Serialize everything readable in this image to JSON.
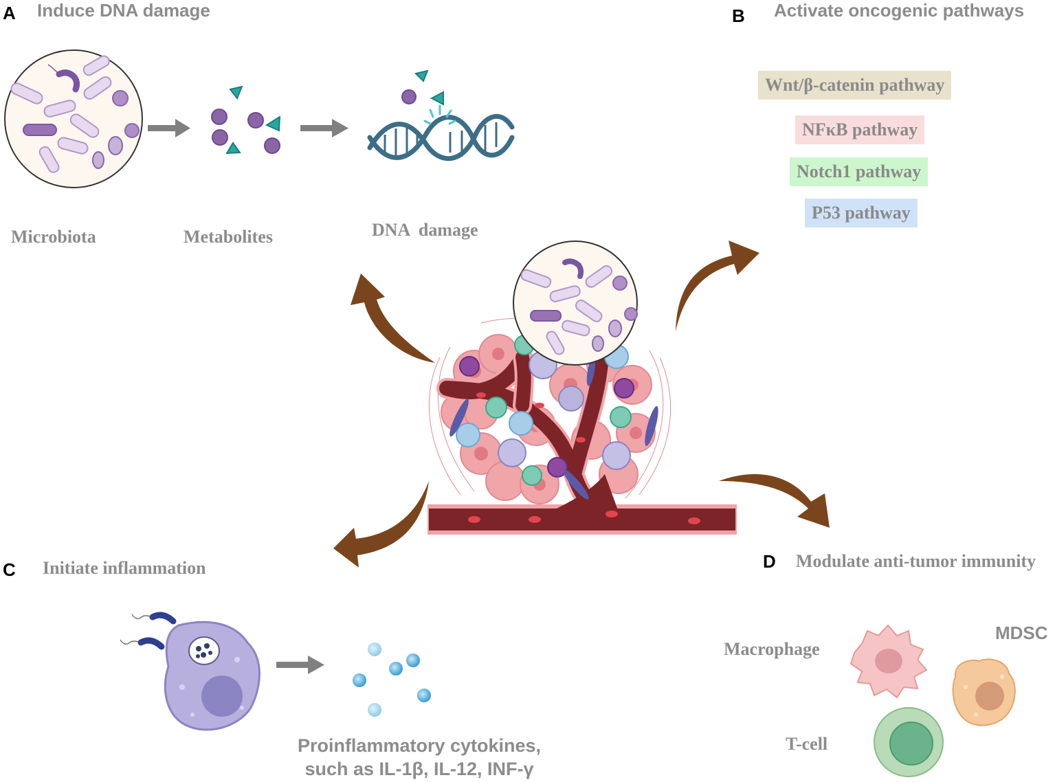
{
  "panels": {
    "a": {
      "letter": "A",
      "title": "Induce DNA damage",
      "labels": [
        "Microbiota",
        "Metabolites",
        "DNA  damage"
      ]
    },
    "b": {
      "letter": "B",
      "title": "Activate oncogenic pathways",
      "pathways": [
        {
          "label": "Wnt/β-catenin pathway",
          "color": "#e8e2cc"
        },
        {
          "label": "NFκB pathway",
          "color": "#f9dcdc"
        },
        {
          "label": "Notch1 pathway",
          "color": "#ccf6cc"
        },
        {
          "label": "P53 pathway",
          "color": "#cfe2f7"
        }
      ]
    },
    "c": {
      "letter": "C",
      "title": "Initiate inflammation",
      "cytokines_line1": "Proinflammatory cytokines,",
      "cytokines_line2": "such as IL-1β, IL-12, INF-γ"
    },
    "d": {
      "letter": "D",
      "title": "Modulate anti-tumor immunity",
      "cells": [
        "Macrophage",
        "MDSC",
        "T-cell"
      ]
    }
  },
  "colors": {
    "arrow_brown": "#7a451c",
    "arrow_gray": "#808080",
    "vessel": "#7d2428",
    "bacteria_purple": "#8a66a8",
    "teal": "#2aa6a2"
  }
}
